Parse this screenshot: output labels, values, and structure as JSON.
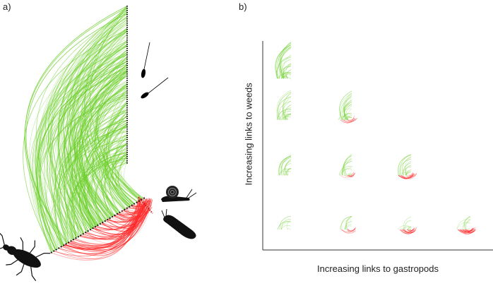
{
  "panels": {
    "a_label": "a)",
    "b_label": "b)"
  },
  "axes": {
    "xlabel": "Increasing links to gastropods",
    "ylabel": "Increasing links to weeds"
  },
  "colors": {
    "weed_links": "#6ccf2a",
    "gastropod_links": "#ff2b2b",
    "nodes": "#000000",
    "axis": "#333333"
  },
  "icons": [
    "dandelion-seeds-icon",
    "snail-icon",
    "slug-icon",
    "beetle-icon"
  ],
  "grid": {
    "rows": 4,
    "cols": 4,
    "weed_level_by_row": [
      1.0,
      0.75,
      0.5,
      0.25
    ],
    "gastropod_level_by_col": [
      0.0,
      0.33,
      0.66,
      1.0
    ]
  }
}
